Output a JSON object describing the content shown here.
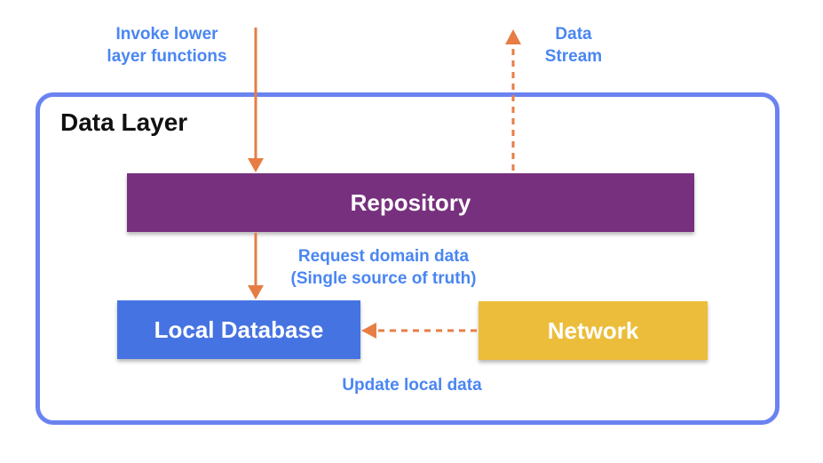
{
  "diagram": {
    "layer_title": "Data Layer",
    "nodes": {
      "repository": "Repository",
      "local_database": "Local Database",
      "network": "Network"
    },
    "labels": {
      "invoke_line1": "Invoke lower",
      "invoke_line2": "layer functions",
      "stream_line1": "Data",
      "stream_line2": "Stream",
      "request_line1": "Request domain data",
      "request_line2": "(Single source of truth)",
      "update": "Update local data"
    },
    "colors": {
      "frame": "#6a83f0",
      "repository": "#77307e",
      "local_database": "#4673e2",
      "network": "#ecbd3a",
      "arrow": "#e77d45",
      "label_text": "#4a86f2"
    }
  }
}
